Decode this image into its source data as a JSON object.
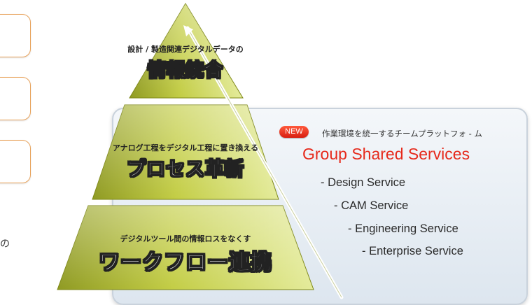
{
  "tier1": {
    "small": "設計 / 製造関連デジタルデータの",
    "big": "情報統合"
  },
  "tier2": {
    "small": "アナログ工程をデジタル工程に置き換える",
    "big": "プロセス革新"
  },
  "tier3": {
    "small": "デジタルツール間の情報ロスをなくす",
    "big": "ワークフロー連携"
  },
  "side_text": "の",
  "panel": {
    "badge": "NEW",
    "tagline": "作業環境を統一するチームプラットフォ - ム",
    "title": "Group Shared Services",
    "services": [
      "- Design Service",
      "- CAM Service",
      "- Engineering Service",
      "- Enterprise Service"
    ]
  },
  "colors": {
    "accent_red": "#e62a1c",
    "pyramid_green": "#b8c23a",
    "box_border": "#e8a25a"
  }
}
